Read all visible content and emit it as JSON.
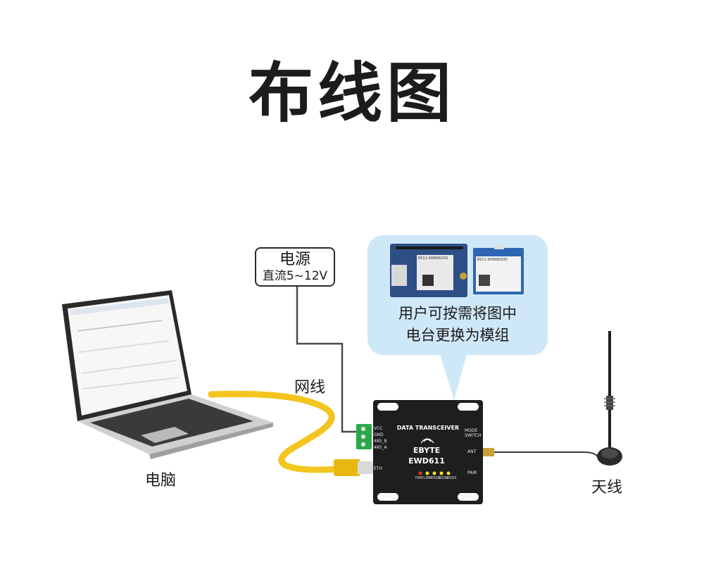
{
  "title": "布线图",
  "labels": {
    "computer": "电脑",
    "network_cable": "网线",
    "antenna": "天线"
  },
  "power": {
    "title": "电源",
    "spec": "直流5~12V"
  },
  "bubble": {
    "line1": "用户可按需将图中",
    "line2": "电台更换为模组"
  },
  "device": {
    "header": "DATA TRANSCEIVER",
    "brand": "EBYTE",
    "model": "EWD611",
    "terminals": [
      "VCC",
      "GND",
      "485_B",
      "485_A"
    ],
    "eth": "ETH",
    "mode": "MODE\nSWITCH",
    "ant": "ANT",
    "pair": "PAIR",
    "leds": [
      "PWR",
      "LINK",
      "RSSI1",
      "RSSI2",
      "RSSI3"
    ]
  },
  "modules": {
    "left": "E611-900NW20S",
    "right": "E611-900NW20D"
  },
  "colors": {
    "bubble": "#cfe8f8",
    "cable_yellow": "#f3c51e",
    "device_body": "#1e1e1e",
    "terminal_green": "#2aa84a",
    "led_yellow": "#f2e324",
    "led_red": "#e23030"
  }
}
